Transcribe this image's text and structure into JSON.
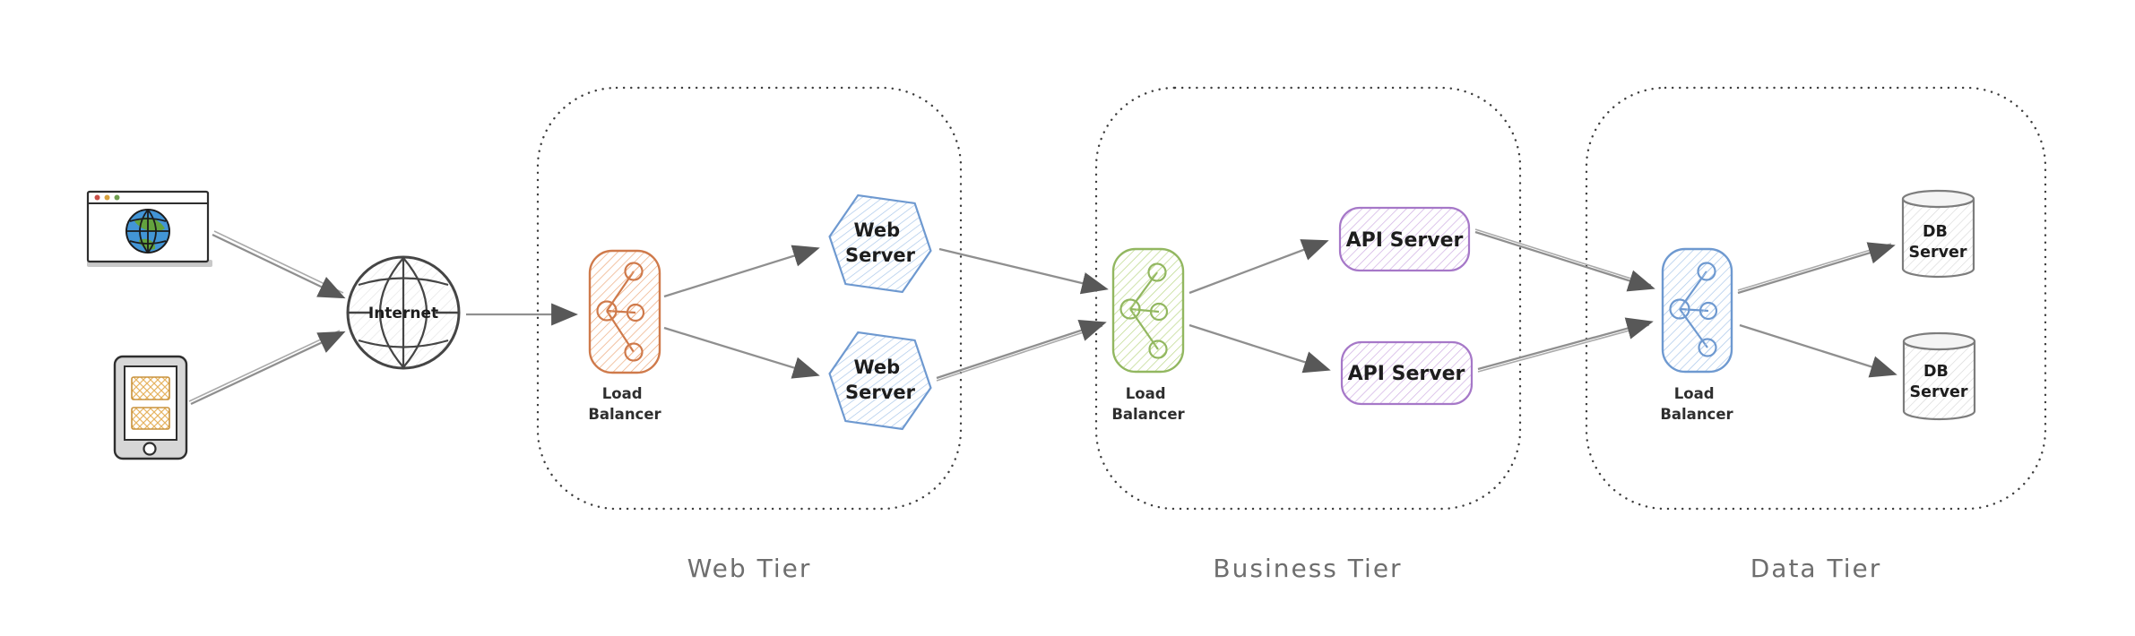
{
  "diagram_type": "three-tier-architecture",
  "clients": {
    "browser": {
      "icon": "browser-window-globe-icon"
    },
    "phone": {
      "icon": "mobile-phone-icon"
    }
  },
  "internet": {
    "label": "Internet"
  },
  "tiers": [
    {
      "label": "Web Tier",
      "load_balancer": {
        "label": "Load Balancer",
        "label_lines": [
          "Load",
          "Balancer"
        ],
        "color": "#cf7a4b"
      },
      "servers": [
        {
          "label": "Web Server",
          "label_lines": [
            "Web",
            "Server"
          ],
          "shape": "hexagon",
          "color": "#6e99d0"
        },
        {
          "label": "Web Server",
          "label_lines": [
            "Web",
            "Server"
          ],
          "shape": "hexagon",
          "color": "#6e99d0"
        }
      ]
    },
    {
      "label": "Business Tier",
      "load_balancer": {
        "label": "Load Balancer",
        "label_lines": [
          "Load",
          "Balancer"
        ],
        "color": "#92b760"
      },
      "servers": [
        {
          "label": "API Server",
          "label_lines": [
            "API Server"
          ],
          "shape": "rounded-rect",
          "color": "#a678c8"
        },
        {
          "label": "API Server",
          "label_lines": [
            "API Server"
          ],
          "shape": "rounded-rect",
          "color": "#a678c8"
        }
      ]
    },
    {
      "label": "Data Tier",
      "load_balancer": {
        "label": "Load Balancer",
        "label_lines": [
          "Load",
          "Balancer"
        ],
        "color": "#6e99d0"
      },
      "servers": [
        {
          "label": "DB Server",
          "label_lines": [
            "DB",
            "Server"
          ],
          "shape": "cylinder",
          "color": "#7d7d7d"
        },
        {
          "label": "DB Server",
          "label_lines": [
            "DB",
            "Server"
          ],
          "shape": "cylinder",
          "color": "#7d7d7d"
        }
      ]
    }
  ],
  "colors": {
    "orange_stroke": "#cf7a4b",
    "orange_hatch": "#edaa7d",
    "blue_stroke": "#6e99d0",
    "blue_hatch": "#a9c7ea",
    "green_stroke": "#92b760",
    "green_hatch": "#bad786",
    "purple_stroke": "#a678c8",
    "purple_hatch": "#cfaee3",
    "gray_stroke": "#7d7d7d",
    "gray_hatch": "#d8d8d8",
    "arrow_line": "#8f8f8f",
    "arrow_head": "#585858",
    "container_dots": "#3c3c3c",
    "tier_label": "#6e6e6e"
  }
}
